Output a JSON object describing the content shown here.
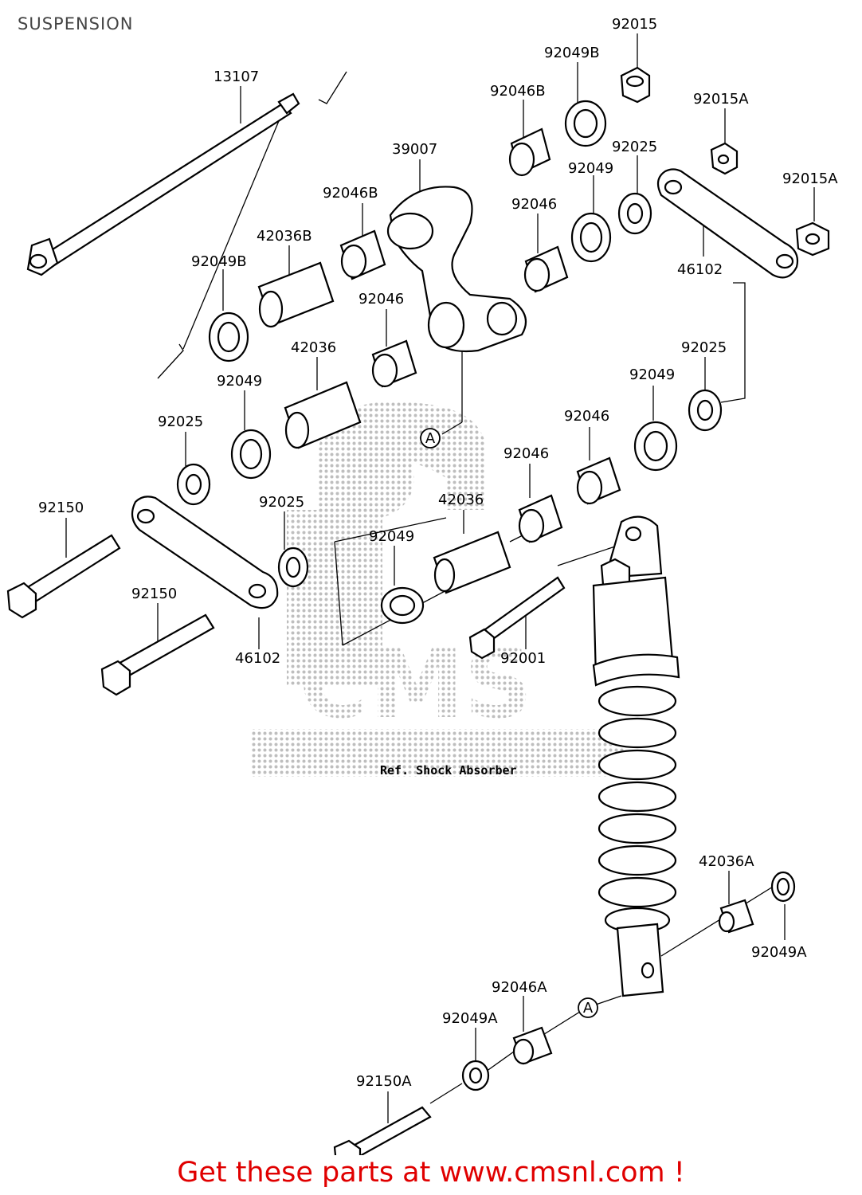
{
  "page": {
    "title": "SUSPENSION"
  },
  "watermark": {
    "brand": "CMS",
    "circle_label": "A"
  },
  "reference_note": "Ref. Shock Absorber",
  "callouts": [
    {
      "id": "c01",
      "text": "13107"
    },
    {
      "id": "c02",
      "text": "92015"
    },
    {
      "id": "c03",
      "text": "92049B"
    },
    {
      "id": "c04",
      "text": "92046B"
    },
    {
      "id": "c05",
      "text": "92015A"
    },
    {
      "id": "c06",
      "text": "39007"
    },
    {
      "id": "c07",
      "text": "92025"
    },
    {
      "id": "c08",
      "text": "92049"
    },
    {
      "id": "c09",
      "text": "92015A"
    },
    {
      "id": "c10",
      "text": "92046B"
    },
    {
      "id": "c11",
      "text": "92046"
    },
    {
      "id": "c12",
      "text": "42036B"
    },
    {
      "id": "c13",
      "text": "46102"
    },
    {
      "id": "c14",
      "text": "92049B"
    },
    {
      "id": "c15",
      "text": "92046"
    },
    {
      "id": "c16",
      "text": "42036"
    },
    {
      "id": "c17",
      "text": "92025"
    },
    {
      "id": "c18",
      "text": "92049"
    },
    {
      "id": "c19",
      "text": "92049"
    },
    {
      "id": "c20",
      "text": "92046"
    },
    {
      "id": "c21",
      "text": "92025"
    },
    {
      "id": "c22",
      "text": "92046"
    },
    {
      "id": "c23",
      "text": "92150"
    },
    {
      "id": "c24",
      "text": "92025"
    },
    {
      "id": "c25",
      "text": "42036"
    },
    {
      "id": "c26",
      "text": "92049"
    },
    {
      "id": "c27",
      "text": "92150"
    },
    {
      "id": "c28",
      "text": "46102"
    },
    {
      "id": "c29",
      "text": "92001"
    },
    {
      "id": "c30",
      "text": "42036A"
    },
    {
      "id": "c31",
      "text": "92049A"
    },
    {
      "id": "c32",
      "text": "92046A"
    },
    {
      "id": "c33",
      "text": "92049A"
    },
    {
      "id": "c34",
      "text": "92150A"
    }
  ],
  "markers": [
    {
      "id": "m1",
      "text": "A"
    },
    {
      "id": "m2",
      "text": "A"
    }
  ],
  "footer": {
    "link_text": "Get these parts at www.cmsnl.com !"
  }
}
